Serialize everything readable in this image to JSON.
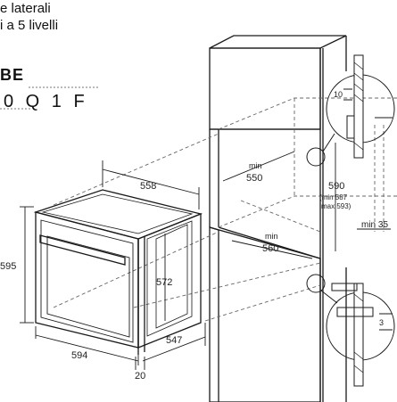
{
  "header": {
    "line1": "e laterali",
    "line2": "i a 5 livelli",
    "brand": "BE",
    "code": "0 Q 1 F"
  },
  "dimensions": {
    "oven_depth_top": "558",
    "oven_height": "595",
    "oven_cavity_height": "572",
    "oven_width": "594",
    "oven_depth_side": "547",
    "oven_front_panel": "20",
    "niche_min_depth_label": "min",
    "niche_min_depth": "550",
    "niche_min_width_label": "min",
    "niche_min_width": "560",
    "niche_height": "590",
    "niche_height_min": "(min 587",
    "niche_height_max": "max 593)",
    "rear_gap": "min 35",
    "detail_top": "10",
    "detail_bottom": "3"
  },
  "colors": {
    "line": "#1a1a1a",
    "dashed": "#666666",
    "background": "#ffffff"
  }
}
